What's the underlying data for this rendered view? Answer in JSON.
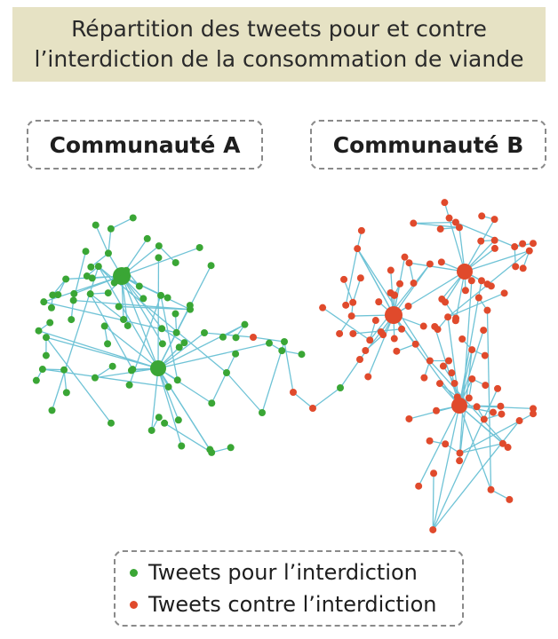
{
  "title": {
    "line1": "Répartition des tweets pour et contre",
    "line2": "l’interdiction de la consommation de viande"
  },
  "communities": {
    "a": "Communauté A",
    "b": "Communauté B"
  },
  "legend": {
    "pour": "Tweets pour l’interdiction",
    "contre": "Tweets contre l’interdiction"
  },
  "colors": {
    "pour": "#3aa635",
    "contre": "#e04a2c",
    "edge": "#6fc3d6",
    "banner": "#e6e2c4"
  }
}
